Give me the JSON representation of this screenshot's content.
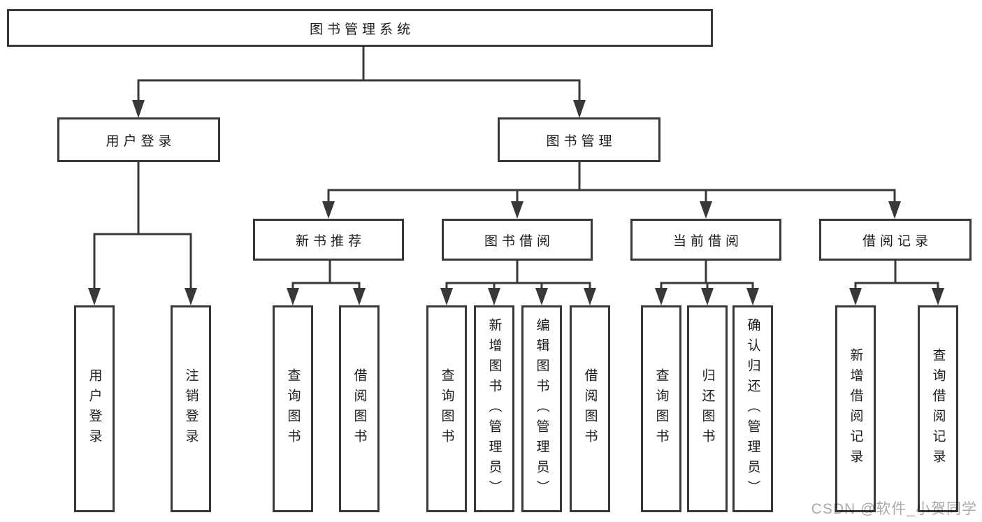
{
  "diagram": {
    "root": {
      "label": "图书管理系统"
    },
    "level2": [
      {
        "label": "用户登录"
      },
      {
        "label": "图书管理"
      }
    ],
    "level3": [
      {
        "label": "新书推荐"
      },
      {
        "label": "图书借阅"
      },
      {
        "label": "当前借阅"
      },
      {
        "label": "借阅记录"
      }
    ],
    "leaves": {
      "user_login": [
        "用户登录",
        "注销登录"
      ],
      "new_book": [
        "查询图书",
        "借阅图书"
      ],
      "book_borrow": [
        "查询图书",
        "新增图书（管理员）",
        "编辑图书（管理员）",
        "借阅图书"
      ],
      "current_borrow": [
        "查询图书",
        "归还图书",
        "确认归还（管理员）"
      ],
      "borrow_record": [
        "新增借阅记录",
        "查询借阅记录"
      ]
    }
  },
  "watermark": {
    "text": "CSDN @软件_小贺同学"
  },
  "colors": {
    "line": "#383838",
    "box_border": "#383838",
    "box_background": "#ffffff",
    "text": "#1c1c1c",
    "watermark": "#a9a9a9",
    "page_background": "#ffffff"
  }
}
